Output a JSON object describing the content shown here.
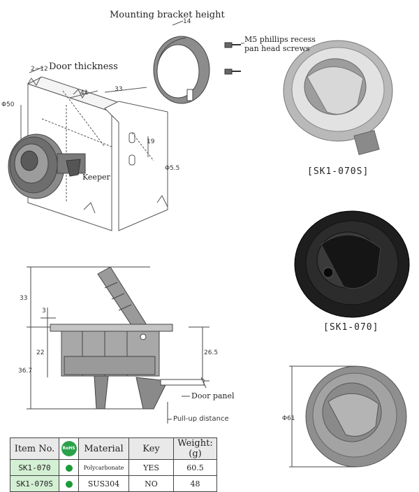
{
  "labels": {
    "mounting_bracket_height": "Mounting bracket height",
    "screws_line1": "M5 phillips recess",
    "screws_line2": "pan head screws",
    "door_thickness": "Door thickness",
    "keeper": "Keeper",
    "door_panel": "Door panel",
    "pull_up_distance": "Pull-up distance"
  },
  "dimensions": {
    "bracket": "14",
    "door_range": "2~12",
    "d41": "41",
    "d33_top": "33",
    "dia50": "Φ50",
    "d19": "19",
    "dia5_5": "Φ5.5",
    "side_33": "33",
    "side_3": "3",
    "side_22": "22",
    "side_36_7": "36.7",
    "side_26_5": "26.5",
    "dia61": "Φ61"
  },
  "captions": {
    "sk1_070s": "[SK1-070S]",
    "sk1_070": "[SK1-070]"
  },
  "table": {
    "headers": {
      "item_no": "Item No.",
      "rohs": "RoHS",
      "material": "Material",
      "key": "Key",
      "weight": "Weight:(g)"
    },
    "rows": [
      {
        "item": "SK1-070",
        "material": "Polycarbonate",
        "key": "YES",
        "weight": "60.5"
      },
      {
        "item": "SK1-070S",
        "material": "SUS304",
        "key": "NO",
        "weight": "48"
      }
    ]
  },
  "colors": {
    "rohs_green": "#1a9b3a",
    "item_bg": "#d4f0d4",
    "header_bg": "#e9e9e9"
  }
}
